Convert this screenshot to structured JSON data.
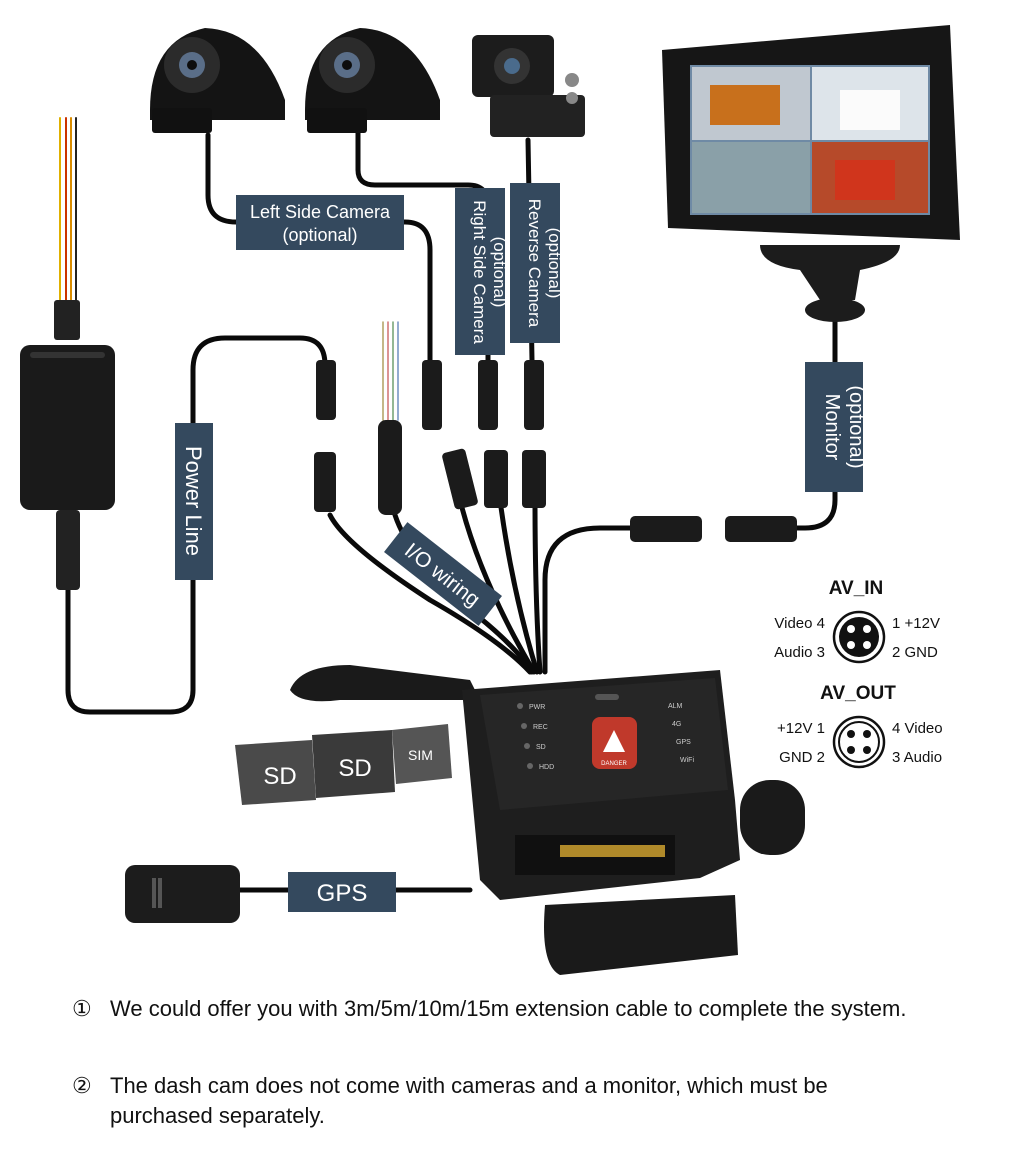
{
  "labels": {
    "left_side_camera": [
      "Left Side Camera",
      "(optional)"
    ],
    "right_side_camera": [
      "Right Side Camera",
      "(optional)"
    ],
    "reverse_camera": [
      "Reverse Camera",
      "(optional)"
    ],
    "monitor": [
      "Monitor",
      "(optional)"
    ],
    "power_line": "Power Line",
    "io_wiring": "I/O wiring",
    "gps": "GPS"
  },
  "sd_cards": [
    "SD",
    "SD",
    "SIM"
  ],
  "dashcam": {
    "leds_left": [
      "PWR",
      "REC",
      "SD",
      "HDD"
    ],
    "leds_right": [
      "ALM",
      "4G",
      "GPS",
      "WiFi"
    ],
    "sos_label": "DANGER"
  },
  "av_in": {
    "title": "AV_IN",
    "left_pins": [
      "Video 4",
      "Audio 3"
    ],
    "right_pins": [
      "1  +12V",
      "2  GND"
    ]
  },
  "av_out": {
    "title": "AV_OUT",
    "left_pins": [
      "+12V  1",
      "GND  2"
    ],
    "right_pins": [
      "4  Video",
      "3  Audio"
    ]
  },
  "notes": [
    {
      "num": "①",
      "text": "We could offer you with 3m/5m/10m/15m extension cable to complete the system."
    },
    {
      "num": "②",
      "text": "The dash cam does not come with cameras and a monitor, which must be purchased separately."
    }
  ],
  "colors": {
    "label_bg": "#34495e",
    "label_text": "#ffffff",
    "cable": "#0a0a0a",
    "device": "#1c1c1c"
  }
}
